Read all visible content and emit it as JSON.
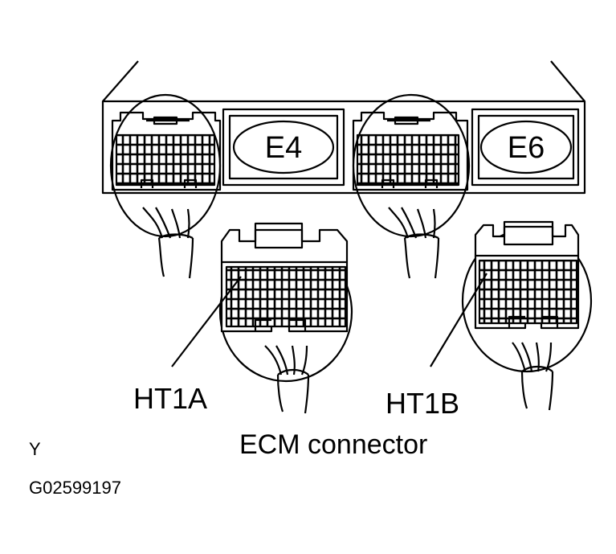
{
  "diagram": {
    "labels": {
      "connector_e4": "E4",
      "connector_e6": "E6",
      "harness_a": "HT1A",
      "harness_b": "HT1B",
      "caption": "ECM connector",
      "corner_mark": "Y",
      "figure_code": "G02599197"
    },
    "colors": {
      "line": "#000000",
      "background": "#ffffff"
    }
  }
}
